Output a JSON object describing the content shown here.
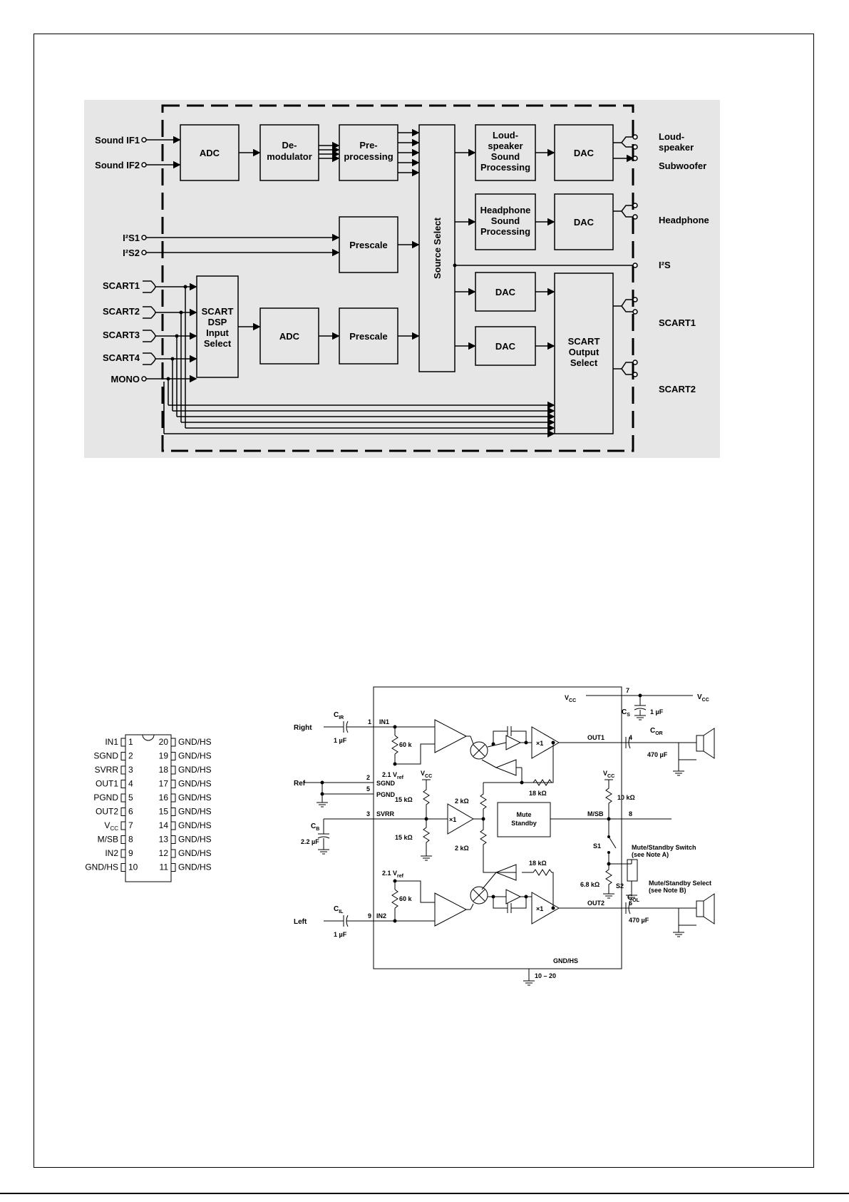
{
  "block_diagram": {
    "inputs": [
      "Sound IF1",
      "Sound IF2",
      "I²S1",
      "I²S2",
      "SCART1",
      "SCART2",
      "SCART3",
      "SCART4",
      "MONO"
    ],
    "blocks": {
      "adc_top": "ADC",
      "demod": [
        "De-",
        "modulator"
      ],
      "preproc": [
        "Pre-",
        "processing"
      ],
      "source_select": "Source Select",
      "ls_proc": [
        "Loud-",
        "speaker",
        "Sound",
        "Processing"
      ],
      "dac_ls": "DAC",
      "hp_proc": [
        "Headphone",
        "Sound",
        "Processing"
      ],
      "dac_hp": "DAC",
      "prescale_i2s": "Prescale",
      "scart_in": [
        "SCART",
        "DSP",
        "Input",
        "Select"
      ],
      "adc_bottom": "ADC",
      "prescale_bottom": "Prescale",
      "dac_s1": "DAC",
      "dac_s2": "DAC",
      "scart_out": [
        "SCART",
        "Output",
        "Select"
      ]
    },
    "outputs": {
      "loudspeaker": [
        "Loud-",
        "speaker"
      ],
      "subwoofer": "Subwoofer",
      "headphone": "Headphone",
      "i2s": "I²S",
      "scart1": "SCART1",
      "scart2": "SCART2"
    }
  },
  "pinout": {
    "left": [
      {
        "name": "IN1",
        "num": "1"
      },
      {
        "name": "SGND",
        "num": "2"
      },
      {
        "name": "SVRR",
        "num": "3"
      },
      {
        "name": "OUT1",
        "num": "4"
      },
      {
        "name": "PGND",
        "num": "5"
      },
      {
        "name": "OUT2",
        "num": "6"
      },
      {
        "name": "V",
        "sub": "CC",
        "num": "7"
      },
      {
        "name": "M/SB",
        "num": "8"
      },
      {
        "name": "IN2",
        "num": "9"
      },
      {
        "name": "GND/HS",
        "num": "10"
      }
    ],
    "right": [
      {
        "name": "GND/HS",
        "num": "20"
      },
      {
        "name": "GND/HS",
        "num": "19"
      },
      {
        "name": "GND/HS",
        "num": "18"
      },
      {
        "name": "GND/HS",
        "num": "17"
      },
      {
        "name": "GND/HS",
        "num": "16"
      },
      {
        "name": "GND/HS",
        "num": "15"
      },
      {
        "name": "GND/HS",
        "num": "14"
      },
      {
        "name": "GND/HS",
        "num": "13"
      },
      {
        "name": "GND/HS",
        "num": "12"
      },
      {
        "name": "GND/HS",
        "num": "11"
      }
    ]
  },
  "schematic": {
    "right": "Right",
    "ref": "Ref",
    "left": "Left",
    "cir": "C",
    "cir_sub": "IR",
    "cil": "C",
    "cil_sub": "IL",
    "cb": "C",
    "cb_sub": "B",
    "cs": "C",
    "cs_sub": "S",
    "cor": "C",
    "cor_sub": "OR",
    "col": "C",
    "col_sub": "OL",
    "uf1": "1 µF",
    "uf1b": "1 µF",
    "uf_cs": "1 µF",
    "uf22": "2.2 µF",
    "uf470a": "470 µF",
    "uf470b": "470 µF",
    "in1": "IN1",
    "in2": "IN2",
    "sgnd": "SGND",
    "pgnd": "PGND",
    "svrr": "SVRR",
    "out1": "OUT1",
    "out2": "OUT2",
    "msb": "M/SB",
    "gndhs": "GND/HS",
    "vcc_v": "V",
    "vcc_sub": "CC",
    "vref_pre": "2.1 V",
    "vref_sub": "ref",
    "r60a": "60 k",
    "r60b": "60 k",
    "r15a": "15 kΩ",
    "r15b": "15 kΩ",
    "r2a": "2 kΩ",
    "r2b": "2 kΩ",
    "r18a": "18 kΩ",
    "r18b": "18 kΩ",
    "r10": "10 kΩ",
    "r68": "6.8 kΩ",
    "x1": "×1",
    "mute": [
      "Mute",
      "Standby"
    ],
    "s1": "S1",
    "s2": "S2",
    "mss_switch": [
      "Mute/Standby Switch",
      "(see Note A)"
    ],
    "mss_select": [
      "Mute/Standby Select",
      "(see Note B)"
    ],
    "pins": {
      "p1": "1",
      "p2": "2",
      "p3": "3",
      "p4": "4",
      "p5": "5",
      "p6": "6",
      "p7": "7",
      "p8": "8",
      "p9": "9",
      "p1020": "10 – 20"
    }
  }
}
